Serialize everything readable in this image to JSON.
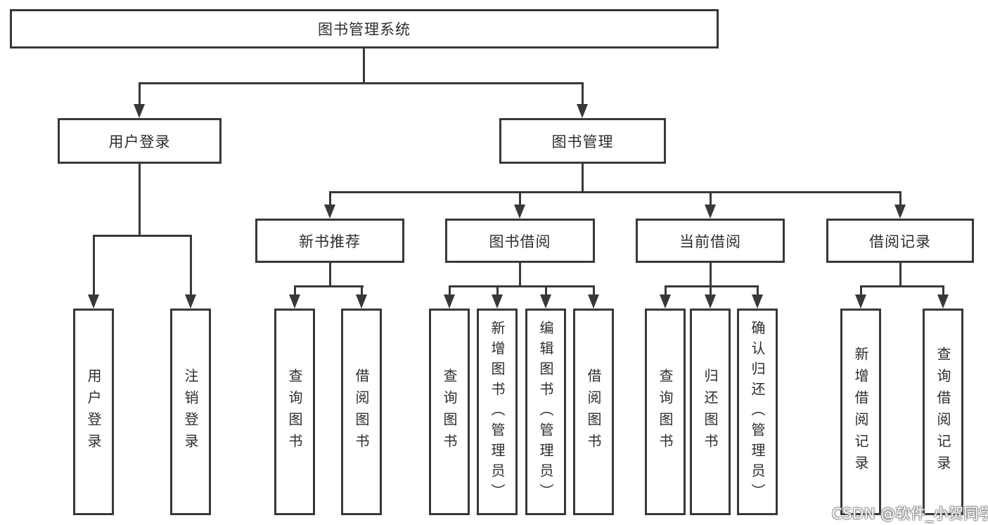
{
  "diagram": {
    "root": {
      "label": "图书管理系统"
    },
    "level2": [
      {
        "label": "用户登录"
      },
      {
        "label": "图书管理"
      }
    ],
    "level3": [
      {
        "label": "新书推荐"
      },
      {
        "label": "图书借阅"
      },
      {
        "label": "当前借阅"
      },
      {
        "label": "借阅记录"
      }
    ],
    "leaves": {
      "user_login": [
        {
          "label": "用户登录"
        },
        {
          "label": "注销登录"
        }
      ],
      "new_book": [
        {
          "label": "查询图书"
        },
        {
          "label": "借阅图书"
        }
      ],
      "book_borrow": [
        {
          "label": "查询图书"
        },
        {
          "label": "新增图书（管理员）"
        },
        {
          "label": "编辑图书（管理员）"
        },
        {
          "label": "借阅图书"
        }
      ],
      "current_borrow": [
        {
          "label": "查询图书"
        },
        {
          "label": "归还图书"
        },
        {
          "label": "确认归还（管理员）"
        }
      ],
      "borrow_records": [
        {
          "label": "新增借阅记录"
        },
        {
          "label": "查询借阅记录"
        }
      ]
    }
  },
  "watermark": {
    "text": "CSDN @软件_小贺同学"
  },
  "colors": {
    "line": "#383838",
    "text": "#2d2d2d",
    "background": "#ffffff",
    "watermark_text": "#ffffff"
  }
}
